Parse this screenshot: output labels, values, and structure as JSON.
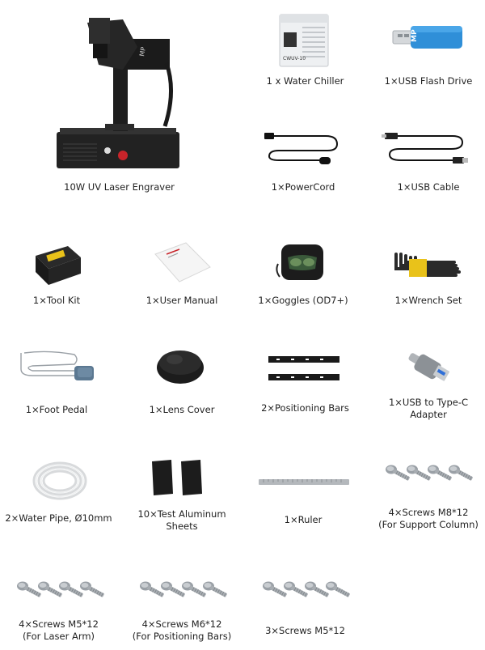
{
  "items": {
    "engraver": {
      "label": "10W UV Laser Engraver",
      "brand": "MP"
    },
    "chiller": {
      "label": "1 x Water Chiller",
      "model": "CWUV-10"
    },
    "usb_drive": {
      "label": "1×USB Flash Drive"
    },
    "power_cord": {
      "label": "1×PowerCord"
    },
    "usb_cable": {
      "label": "1×USB Cable"
    },
    "tool_kit": {
      "label": "1×Tool Kit"
    },
    "user_manual": {
      "label": "1×User Manual"
    },
    "goggles": {
      "label": "1×Goggles (OD7+)"
    },
    "wrench_set": {
      "label": "1×Wrench Set"
    },
    "foot_pedal": {
      "label": "1×Foot Pedal"
    },
    "lens_cover": {
      "label": "1×Lens Cover"
    },
    "positioning_bars": {
      "label": "2×Positioning Bars"
    },
    "usb_adapter": {
      "line1": "1×USB to Type-C",
      "line2": "Adapter"
    },
    "water_pipe": {
      "label": "2×Water Pipe, Ø10mm"
    },
    "aluminum_sheets": {
      "line1": "10×Test Aluminum",
      "line2": "Sheets"
    },
    "ruler": {
      "label": "1×Ruler"
    },
    "screws_m8": {
      "line1": "4×Screws M8*12",
      "line2": "(For Support Column)"
    },
    "screws_m5_arm": {
      "line1": "4×Screws M5*12",
      "line2": "(For Laser Arm)"
    },
    "screws_m6": {
      "line1": "4×Screws M6*12",
      "line2": "(For Positioning Bars)"
    },
    "screws_m5": {
      "label": "3×Screws M5*12"
    }
  },
  "colors": {
    "dark": "#1f1f1f",
    "usb_blue": "#2f8fd8",
    "wrench_yellow": "#e9c21a",
    "pedal_blue": "#5b7891",
    "red_button": "#c8242a"
  }
}
